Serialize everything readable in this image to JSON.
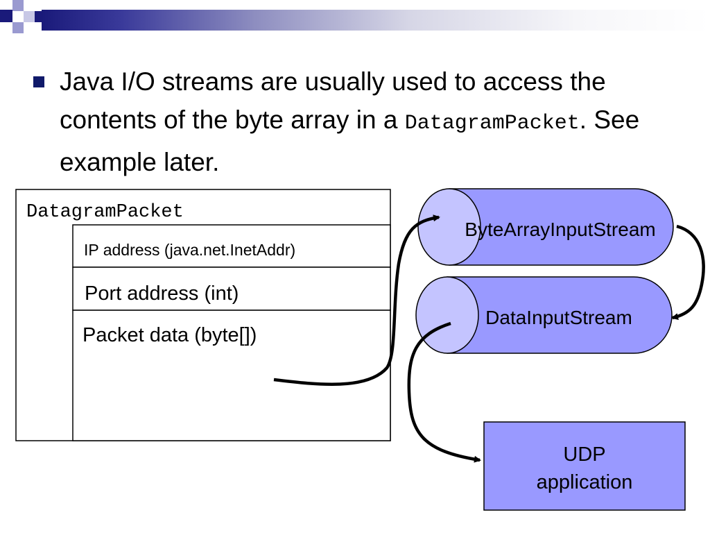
{
  "bullet": {
    "part1": "Java I/O streams are usually used to access the contents of the byte array in a ",
    "code": "DatagramPacket",
    "part2": ".  See example later."
  },
  "packet": {
    "title": "DatagramPacket",
    "fields": [
      "IP address (java.net.InetAddr)",
      "Port address (int)",
      "Packet data (byte[])"
    ]
  },
  "streams": {
    "byte_array": "ByteArrayInputStream",
    "data_input": "DataInputStream"
  },
  "udp_app": {
    "line1": "UDP",
    "line2": "application"
  },
  "colors": {
    "bullet": "#101a6a",
    "cylinder_body": "#9999ff",
    "cylinder_cap": "#c4c4ff",
    "udp_box": "#9999ff"
  }
}
